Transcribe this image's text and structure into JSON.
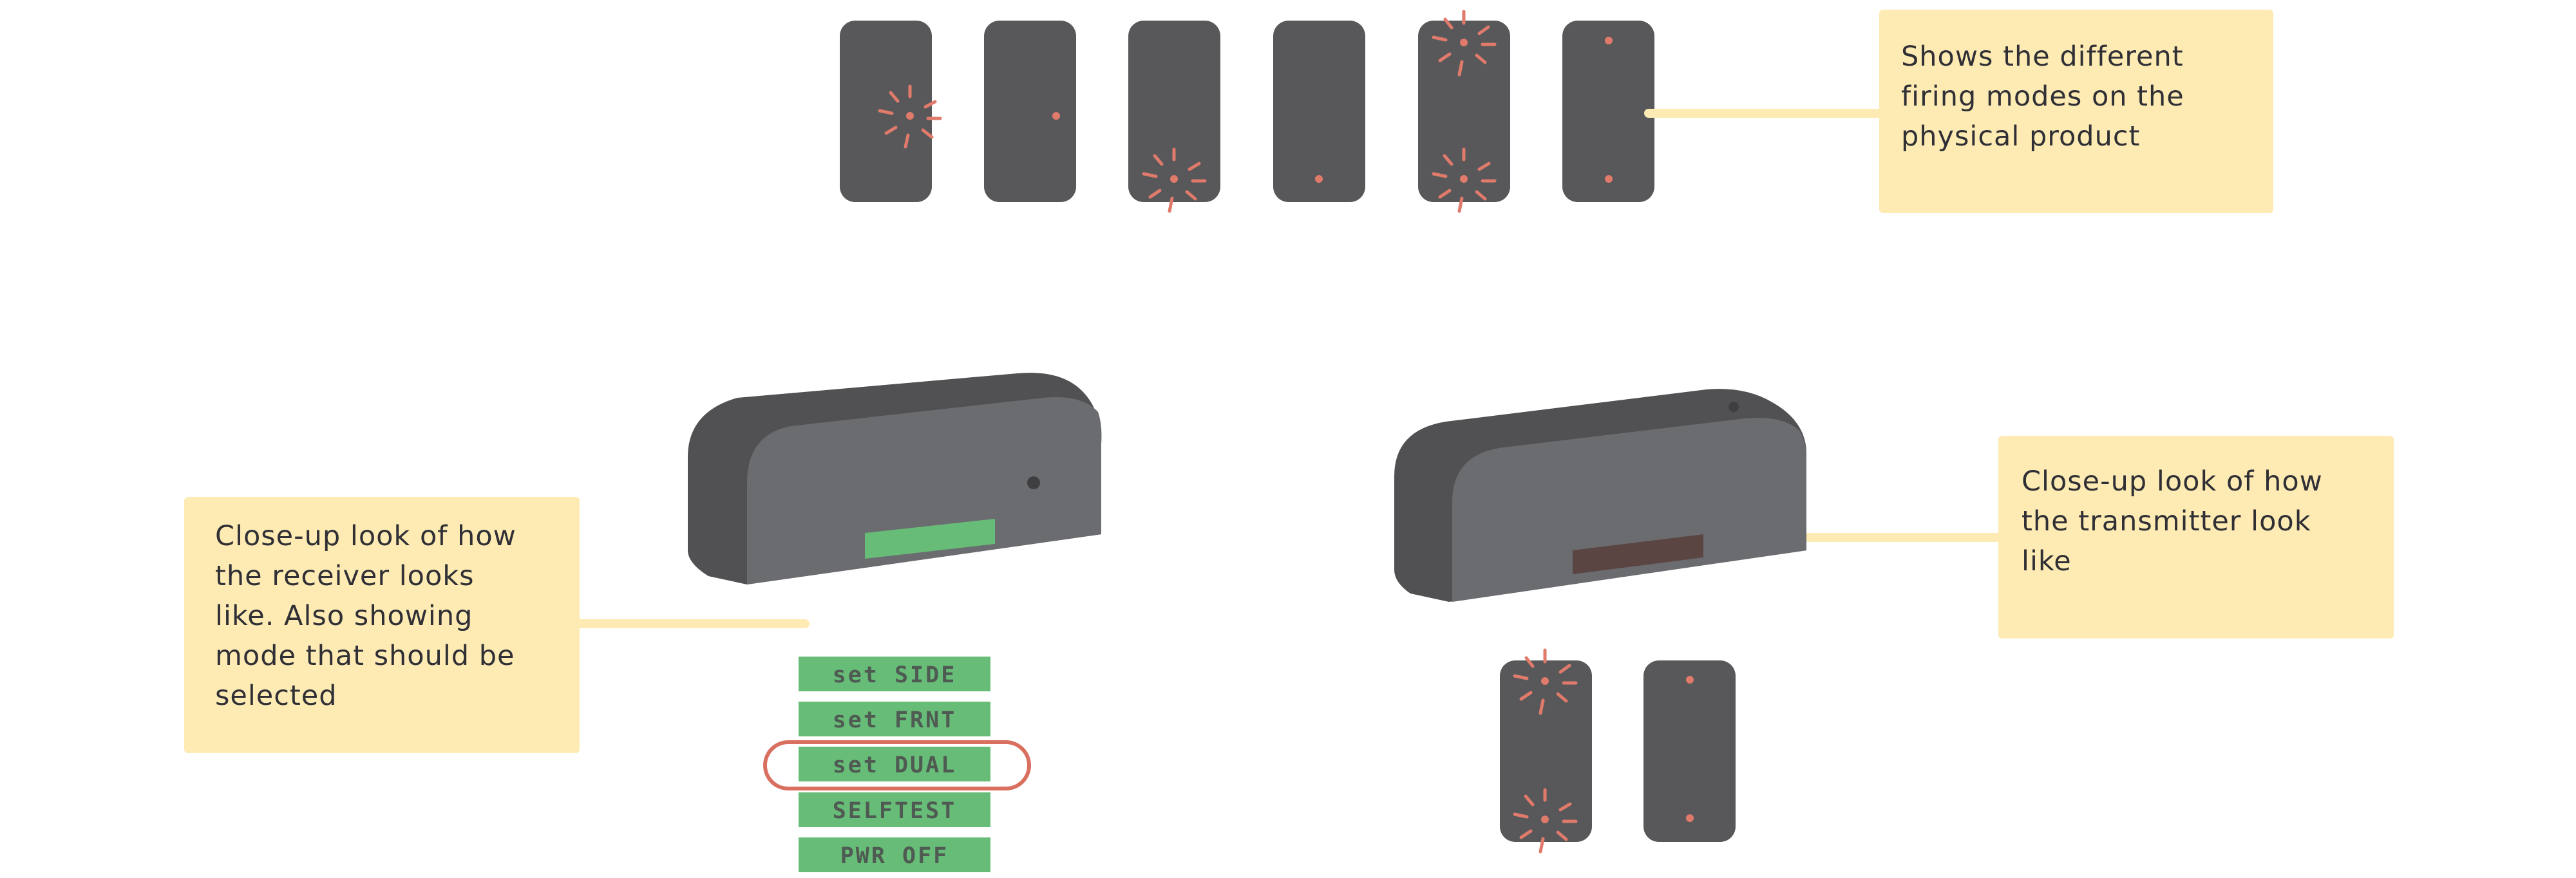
{
  "callouts": {
    "modes": {
      "lines": [
        "Shows the different",
        "firing modes on the",
        "physical product"
      ]
    },
    "receiver": {
      "lines": [
        "Close-up look of how",
        "the receiver looks",
        "like. Also showing",
        "mode that should be",
        "selected"
      ]
    },
    "transmitter": {
      "lines": [
        "Close-up look of how",
        "the transmitter look",
        "like"
      ]
    }
  },
  "receiver_menu": {
    "items": [
      "set SIDE",
      "set FRNT",
      "set DUAL",
      "SELFTEST",
      "PWR OFF"
    ],
    "selected": "set DUAL"
  },
  "colors": {
    "device_body": "#58585b",
    "device_face": "#6b6c70",
    "led": "#e07a6a",
    "display_on": "#67bd78",
    "display_off": "#5a4542",
    "callout_bg": "#FDEBB3",
    "selection_ring": "#d9705f"
  }
}
